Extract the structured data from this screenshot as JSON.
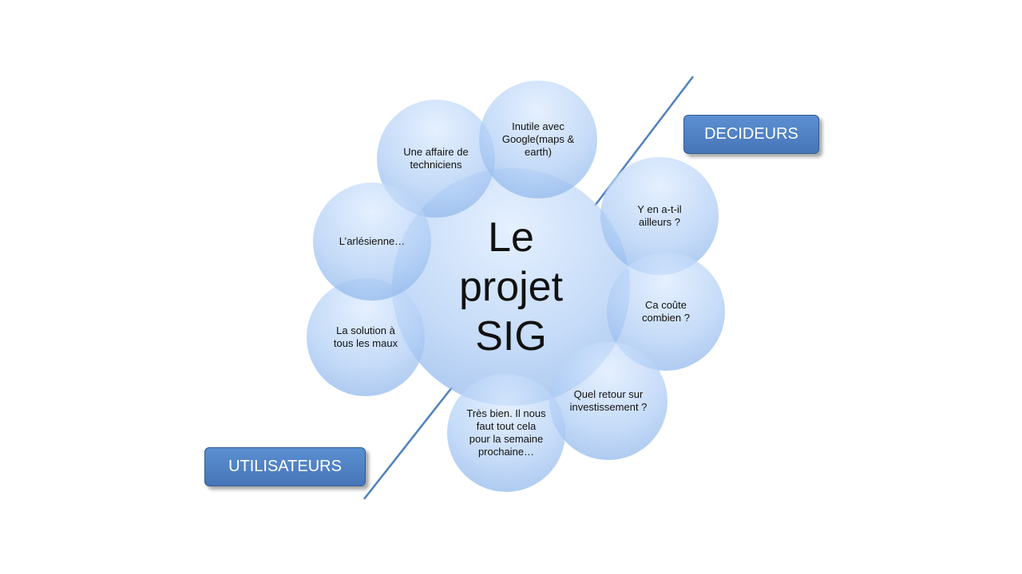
{
  "center": {
    "label": "Le\nprojet\nSIG"
  },
  "groups": {
    "decideurs": "DECIDEURS",
    "utilisateurs": "UTILISATEURS"
  },
  "bubbles": {
    "techniciens": "Une affaire de\ntechniciens",
    "google": "Inutile avec\nGoogle(maps &\nearth)",
    "ailleurs": "Y en a-t-il\nailleurs ?",
    "cout": "Ca coûte\ncombien ?",
    "retour": "Quel retour sur\ninvestissement ?",
    "semaine": "Très bien. Il nous\nfaut tout cela\npour la semaine\nprochaine…",
    "maux": "La solution à\ntous les maux",
    "arlesienne": "L’arlésienne…"
  },
  "colors": {
    "bubble": "#aecbf3",
    "box": "#4f81bd",
    "line": "#4f81bd"
  }
}
